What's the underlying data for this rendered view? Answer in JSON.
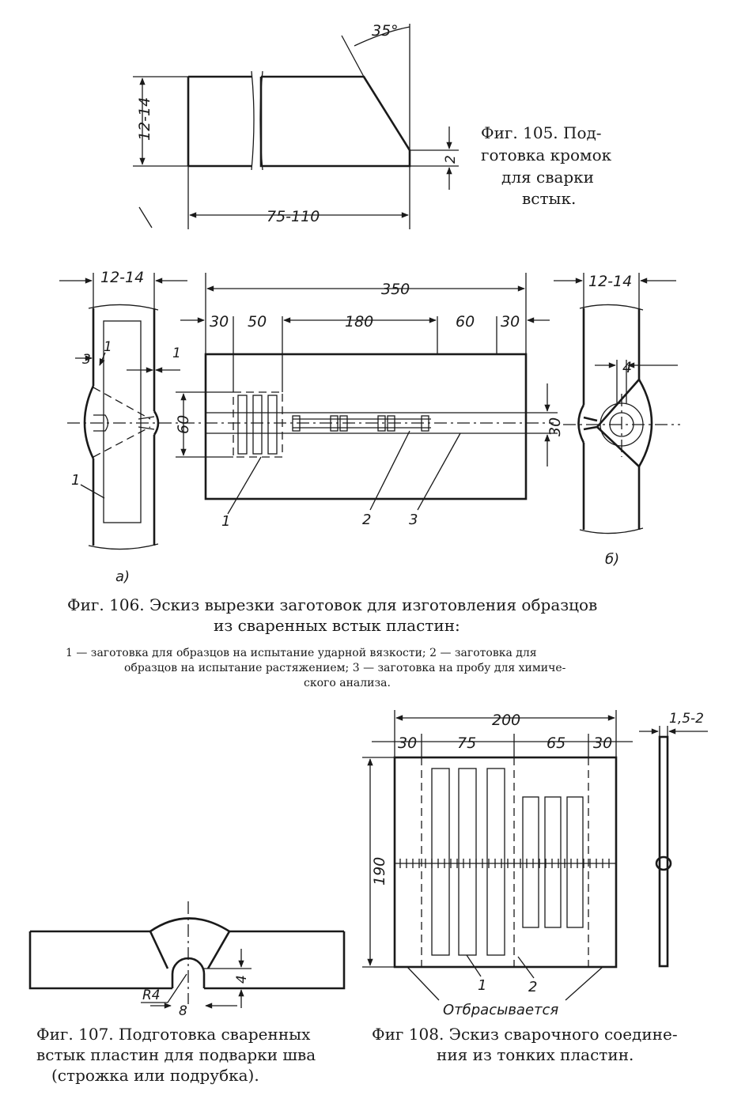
{
  "fig105": {
    "dims": {
      "height": "12-14",
      "length": "75-110",
      "angle": "35°",
      "root": "2"
    },
    "caption": [
      "Фиг. 105. Под-",
      "готовка кромок",
      "для сварки",
      "встык."
    ]
  },
  "fig106": {
    "dims": {
      "width_a": "12-14",
      "total": "350",
      "d30a": "30",
      "d50": "50",
      "d180": "180",
      "d60": "60",
      "d30b": "30",
      "width_b": "12-14",
      "h60": "60",
      "h30": "30",
      "d3": "3",
      "d1a": "1",
      "d1b": "1",
      "d4": "4"
    },
    "labels": {
      "a1": "1",
      "p1": "1",
      "p2": "2",
      "p3": "3",
      "sub_a": "а)",
      "sub_b": "б)"
    },
    "caption_line1": "Фиг. 106. Эскиз вырезки заготовок для изготовления образцов",
    "caption_line2": "из сваренных встык пластин:",
    "legend_line1": "1 — заготовка для образцов на испытание ударной вязкости; 2 — заготовка для",
    "legend_line2": "образцов на испытание растяжением; 3 — заготовка на пробу для химиче-",
    "legend_line3": "ского анализа."
  },
  "fig107": {
    "dims": {
      "radius": "R4",
      "width": "8",
      "depth": "4"
    },
    "caption_line1": "Фиг. 107. Подготовка сваренных",
    "caption_line2": "встык пластин для подварки шва",
    "caption_line3": "(строжка или подрубка)."
  },
  "fig108": {
    "dims": {
      "total": "200",
      "d30a": "30",
      "d75": "75",
      "d65": "65",
      "d30b": "30",
      "height": "190",
      "thickness": "1,5-2"
    },
    "labels": {
      "p1": "1",
      "p2": "2",
      "discard": "Отбрасывается"
    },
    "caption_line1": "Фиг 108. Эскиз сварочного соедине-",
    "caption_line2": "ния из тонких пластин."
  }
}
